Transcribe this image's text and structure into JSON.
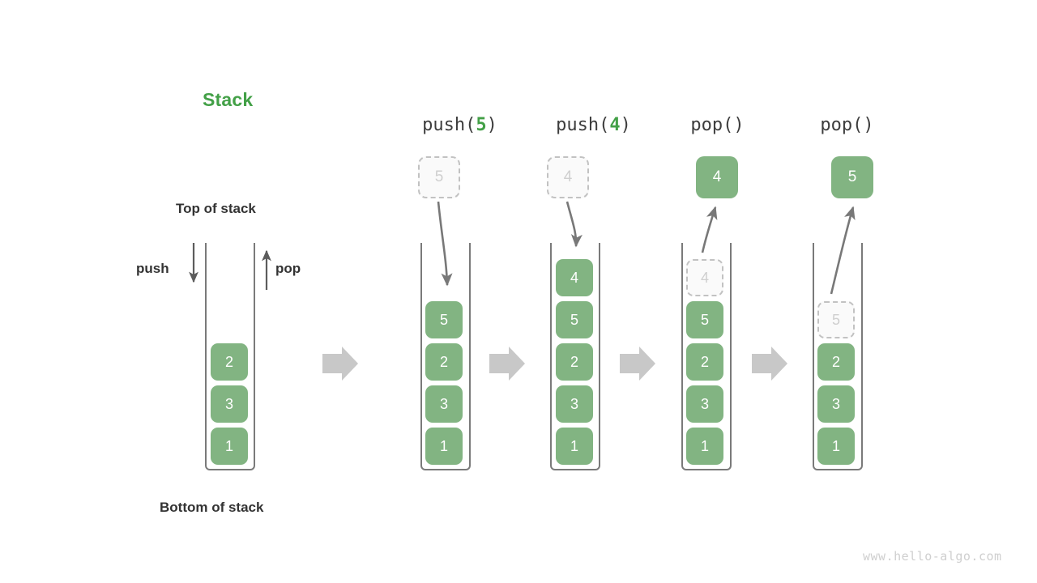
{
  "title": "Stack",
  "labels": {
    "top_of_stack": "Top of stack",
    "bottom_of_stack": "Bottom of stack",
    "push": "push",
    "pop": "pop"
  },
  "colors": {
    "accent_green": "#43a047",
    "cell_green": "#82b482",
    "ghost_fill": "#fafafa",
    "ghost_border": "#c2c2c2",
    "ghost_text": "#cfcfcf",
    "frame_stroke": "#7a7a7a",
    "arrow_gray": "#787878",
    "flow_arrow_gray": "#c8c8c8",
    "text_dark": "#333333",
    "watermark": "#cfcfcf"
  },
  "stacks": [
    {
      "name": "initial-stack",
      "caption": null,
      "caption_prefix": null,
      "caption_arg": null,
      "caption_suffix": null,
      "floating": null,
      "cells": [
        {
          "value": "2",
          "state": "solid"
        },
        {
          "value": "3",
          "state": "solid"
        },
        {
          "value": "1",
          "state": "solid"
        }
      ]
    },
    {
      "name": "push-5-stack",
      "caption": "push(5)",
      "caption_prefix": "push(",
      "caption_arg": "5",
      "caption_suffix": ")",
      "floating": {
        "value": "5",
        "state": "ghost"
      },
      "cells": [
        {
          "value": "5",
          "state": "solid"
        },
        {
          "value": "2",
          "state": "solid"
        },
        {
          "value": "3",
          "state": "solid"
        },
        {
          "value": "1",
          "state": "solid"
        }
      ]
    },
    {
      "name": "push-4-stack",
      "caption": "push(4)",
      "caption_prefix": "push(",
      "caption_arg": "4",
      "caption_suffix": ")",
      "floating": {
        "value": "4",
        "state": "ghost"
      },
      "cells": [
        {
          "value": "4",
          "state": "solid"
        },
        {
          "value": "5",
          "state": "solid"
        },
        {
          "value": "2",
          "state": "solid"
        },
        {
          "value": "3",
          "state": "solid"
        },
        {
          "value": "1",
          "state": "solid"
        }
      ]
    },
    {
      "name": "pop-4-stack",
      "caption": "pop()",
      "caption_prefix": "pop(",
      "caption_arg": "",
      "caption_suffix": ")",
      "floating": {
        "value": "4",
        "state": "solid"
      },
      "cells": [
        {
          "value": "4",
          "state": "ghost"
        },
        {
          "value": "5",
          "state": "solid"
        },
        {
          "value": "2",
          "state": "solid"
        },
        {
          "value": "3",
          "state": "solid"
        },
        {
          "value": "1",
          "state": "solid"
        }
      ]
    },
    {
      "name": "pop-5-stack",
      "caption": "pop()",
      "caption_prefix": "pop(",
      "caption_arg": "",
      "caption_suffix": ")",
      "floating": {
        "value": "5",
        "state": "solid"
      },
      "cells": [
        {
          "value": "5",
          "state": "ghost"
        },
        {
          "value": "2",
          "state": "solid"
        },
        {
          "value": "3",
          "state": "solid"
        },
        {
          "value": "1",
          "state": "solid"
        }
      ]
    }
  ],
  "watermark": "www.hello-algo.com"
}
